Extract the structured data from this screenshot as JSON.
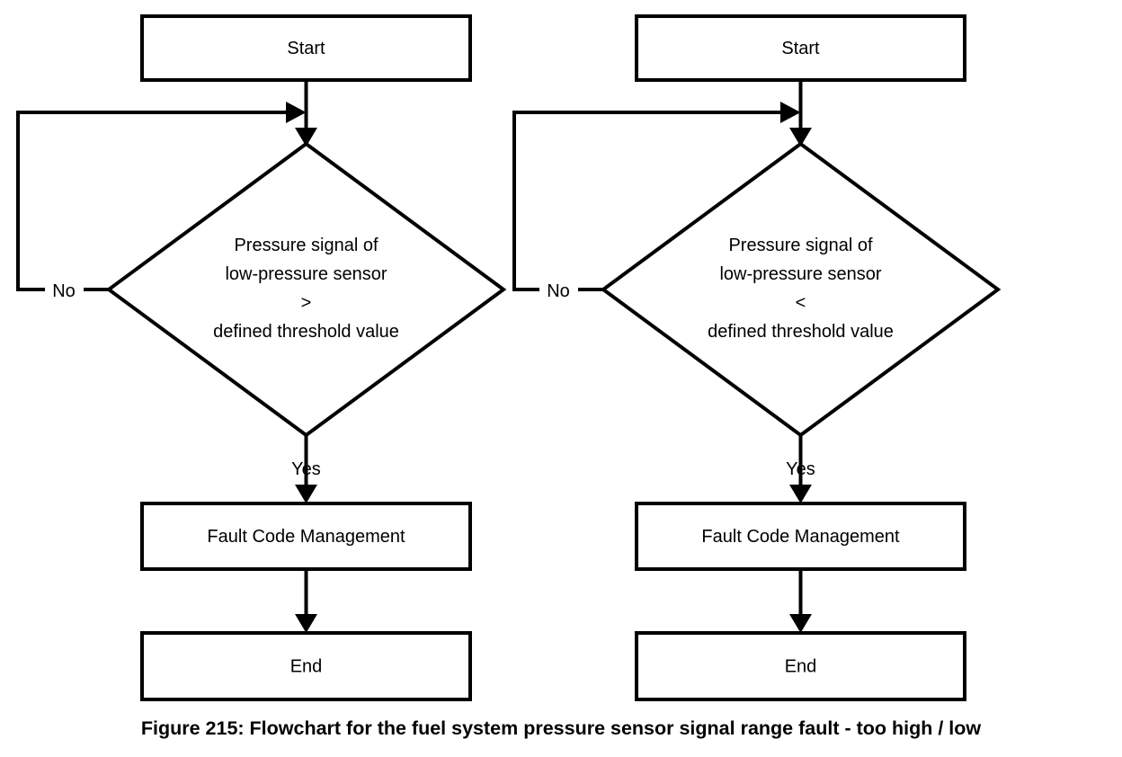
{
  "figure": {
    "caption": "Figure 215: Flowchart for the fuel system pressure sensor signal range fault - too high / low",
    "background_color": "#ffffff",
    "line_color": "#000000",
    "fill_color": "#ffffff"
  },
  "chart_data": {
    "type": "diagram",
    "title": "Figure 215: Flowchart for the fuel system pressure sensor signal range fault - too high / low",
    "subtitle": "",
    "flowcharts": [
      {
        "id": "left",
        "name": "too-high",
        "nodes": [
          {
            "id": "start",
            "type": "process",
            "label": "Start"
          },
          {
            "id": "decision",
            "type": "decision",
            "lines": [
              "Pressure signal of",
              "low-pressure sensor",
              ">",
              "defined threshold value"
            ]
          },
          {
            "id": "fcm",
            "type": "process",
            "label": "Fault Code Management"
          },
          {
            "id": "end",
            "type": "process",
            "label": "End"
          }
        ],
        "edges": [
          {
            "from": "start",
            "to": "decision",
            "label": ""
          },
          {
            "from": "decision",
            "to": "fcm",
            "label": "Yes"
          },
          {
            "from": "decision",
            "to": "decision",
            "label": "No"
          },
          {
            "from": "fcm",
            "to": "end",
            "label": ""
          }
        ]
      },
      {
        "id": "right",
        "name": "too-low",
        "nodes": [
          {
            "id": "start",
            "type": "process",
            "label": "Start"
          },
          {
            "id": "decision",
            "type": "decision",
            "lines": [
              "Pressure signal of",
              "low-pressure sensor",
              "<",
              "defined threshold value"
            ]
          },
          {
            "id": "fcm",
            "type": "process",
            "label": "Fault Code Management"
          },
          {
            "id": "end",
            "type": "process",
            "label": "End"
          }
        ],
        "edges": [
          {
            "from": "start",
            "to": "decision",
            "label": ""
          },
          {
            "from": "decision",
            "to": "fcm",
            "label": "Yes"
          },
          {
            "from": "decision",
            "to": "decision",
            "label": "No"
          },
          {
            "from": "fcm",
            "to": "end",
            "label": ""
          }
        ]
      }
    ]
  },
  "left": {
    "start": {
      "label": "Start"
    },
    "decision": {
      "line1": "Pressure signal of",
      "line2": "low-pressure sensor",
      "line3": ">",
      "line4": "defined threshold value"
    },
    "fault": {
      "label": "Fault Code Management"
    },
    "end": {
      "label": "End"
    },
    "yes_label": "Yes",
    "no_label": "No"
  },
  "right": {
    "start": {
      "label": "Start"
    },
    "decision": {
      "line1": "Pressure signal of",
      "line2": "low-pressure sensor",
      "line3": "<",
      "line4": "defined threshold value"
    },
    "fault": {
      "label": "Fault Code Management"
    },
    "end": {
      "label": "End"
    },
    "yes_label": "Yes",
    "no_label": "No"
  }
}
